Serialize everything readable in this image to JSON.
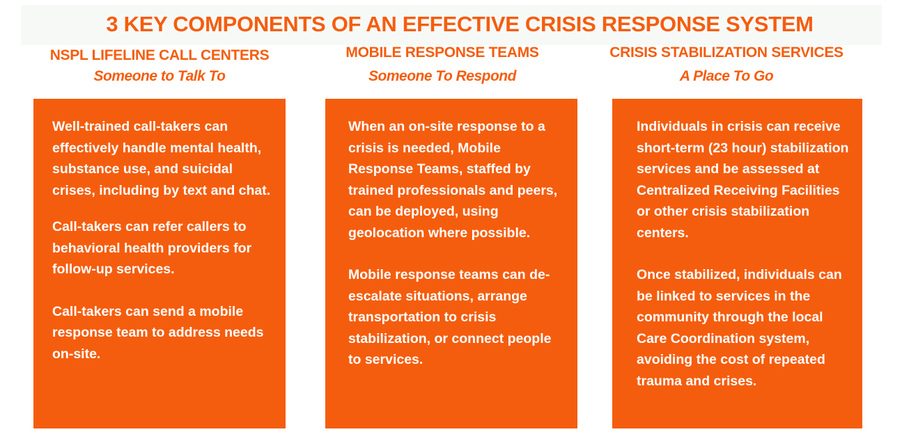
{
  "title": "3 KEY COMPONENTS OF AN EFFECTIVE CRISIS RESPONSE SYSTEM",
  "colors": {
    "accent": "#f55d0e",
    "banner_bg": "#f7f9f7",
    "box_text": "#ffffff"
  },
  "columns": [
    {
      "heading": "NSPL LIFELINE CALL CENTERS",
      "subheading": "Someone to Talk To",
      "paragraphs": [
        "Well-trained call-takers can effectively handle mental health, substance use, and suicidal crises, including by text and chat.",
        "Call-takers can refer callers to behavioral health providers for follow-up services.",
        "Call-takers can send a mobile response team to address needs on-site."
      ]
    },
    {
      "heading": "MOBILE RESPONSE TEAMS",
      "subheading": "Someone To Respond",
      "paragraphs": [
        "When an on-site response to a crisis is needed, Mobile Response Teams, staffed by trained professionals and peers, can be deployed, using geolocation where possible.",
        "Mobile response teams can de-escalate situations, arrange transportation to crisis stabilization, or connect people to services."
      ]
    },
    {
      "heading": "CRISIS STABILIZATION SERVICES",
      "subheading": "A Place To Go",
      "paragraphs": [
        "Individuals in crisis can receive short-term (23 hour) stabilization services and be assessed at Centralized Receiving Facilities or other crisis stabilization centers.",
        "Once stabilized, individuals can be linked to  services in the community through the local Care Coordination system, avoiding the cost of repeated trauma and crises."
      ]
    }
  ]
}
